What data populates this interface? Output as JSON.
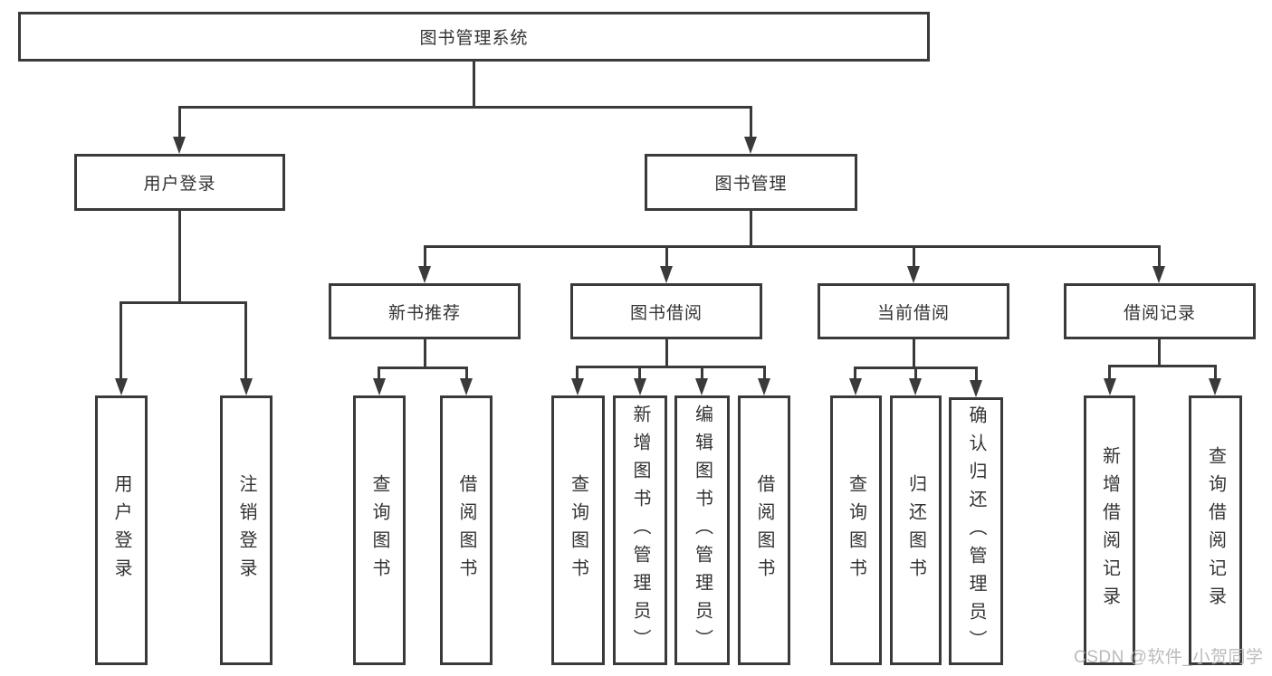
{
  "colors": {
    "line": "#3a3a3a",
    "text": "#333333",
    "watermark": "#b4b4b4"
  },
  "watermark": {
    "text": "CSDN @软件_小贺同学"
  },
  "diagram": {
    "type": "tree",
    "root": {
      "label": "图书管理系统",
      "children": [
        {
          "label": "用户登录",
          "children": [
            {
              "label": "用户登录"
            },
            {
              "label": "注销登录"
            }
          ]
        },
        {
          "label": "图书管理",
          "children": [
            {
              "label": "新书推荐",
              "children": [
                {
                  "label": "查询图书"
                },
                {
                  "label": "借阅图书"
                }
              ]
            },
            {
              "label": "图书借阅",
              "children": [
                {
                  "label": "查询图书"
                },
                {
                  "label": "新增图书（管理员）"
                },
                {
                  "label": "编辑图书（管理员）"
                },
                {
                  "label": "借阅图书"
                }
              ]
            },
            {
              "label": "当前借阅",
              "children": [
                {
                  "label": "查询图书"
                },
                {
                  "label": "归还图书"
                },
                {
                  "label": "确认归还（管理员）"
                }
              ]
            },
            {
              "label": "借阅记录",
              "children": [
                {
                  "label": "新增借阅记录"
                },
                {
                  "label": "查询借阅记录"
                }
              ]
            }
          ]
        }
      ]
    }
  }
}
